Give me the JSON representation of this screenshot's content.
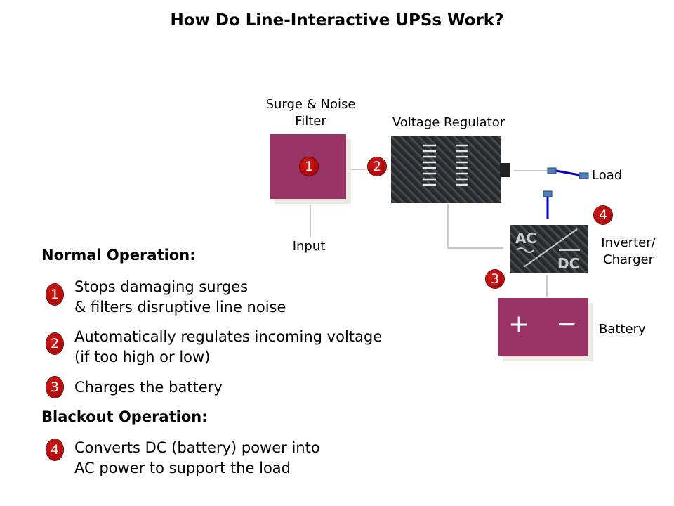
{
  "title": "How Do Line-Interactive UPSs Work?",
  "diagram": {
    "surge_filter_label": "Surge & Noise Filter",
    "voltage_regulator_label": "Voltage Regulator",
    "input_label": "Input",
    "load_label": "Load",
    "inverter_label": "Inverter/ Charger",
    "battery_label": "Battery",
    "ac_text": "AC",
    "dc_text": "DC",
    "battery_plus": "+",
    "battery_minus": "−",
    "badges": [
      "1",
      "2",
      "3",
      "4"
    ],
    "colors": {
      "box": "#993366",
      "badge": "#c00000",
      "switch": "#0000cc"
    }
  },
  "normal_operation": {
    "heading": "Normal Operation:",
    "items": [
      {
        "num": "1",
        "line1": "Stops damaging surges",
        "line2": "& filters disruptive line noise"
      },
      {
        "num": "2",
        "line1": "Automatically regulates incoming voltage",
        "line2": "(if too high or low)"
      },
      {
        "num": "3",
        "line1": "Charges the battery",
        "line2": ""
      }
    ]
  },
  "blackout_operation": {
    "heading": "Blackout Operation:",
    "items": [
      {
        "num": "4",
        "line1": "Converts DC (battery) power into",
        "line2": "AC power to support the load"
      }
    ]
  }
}
